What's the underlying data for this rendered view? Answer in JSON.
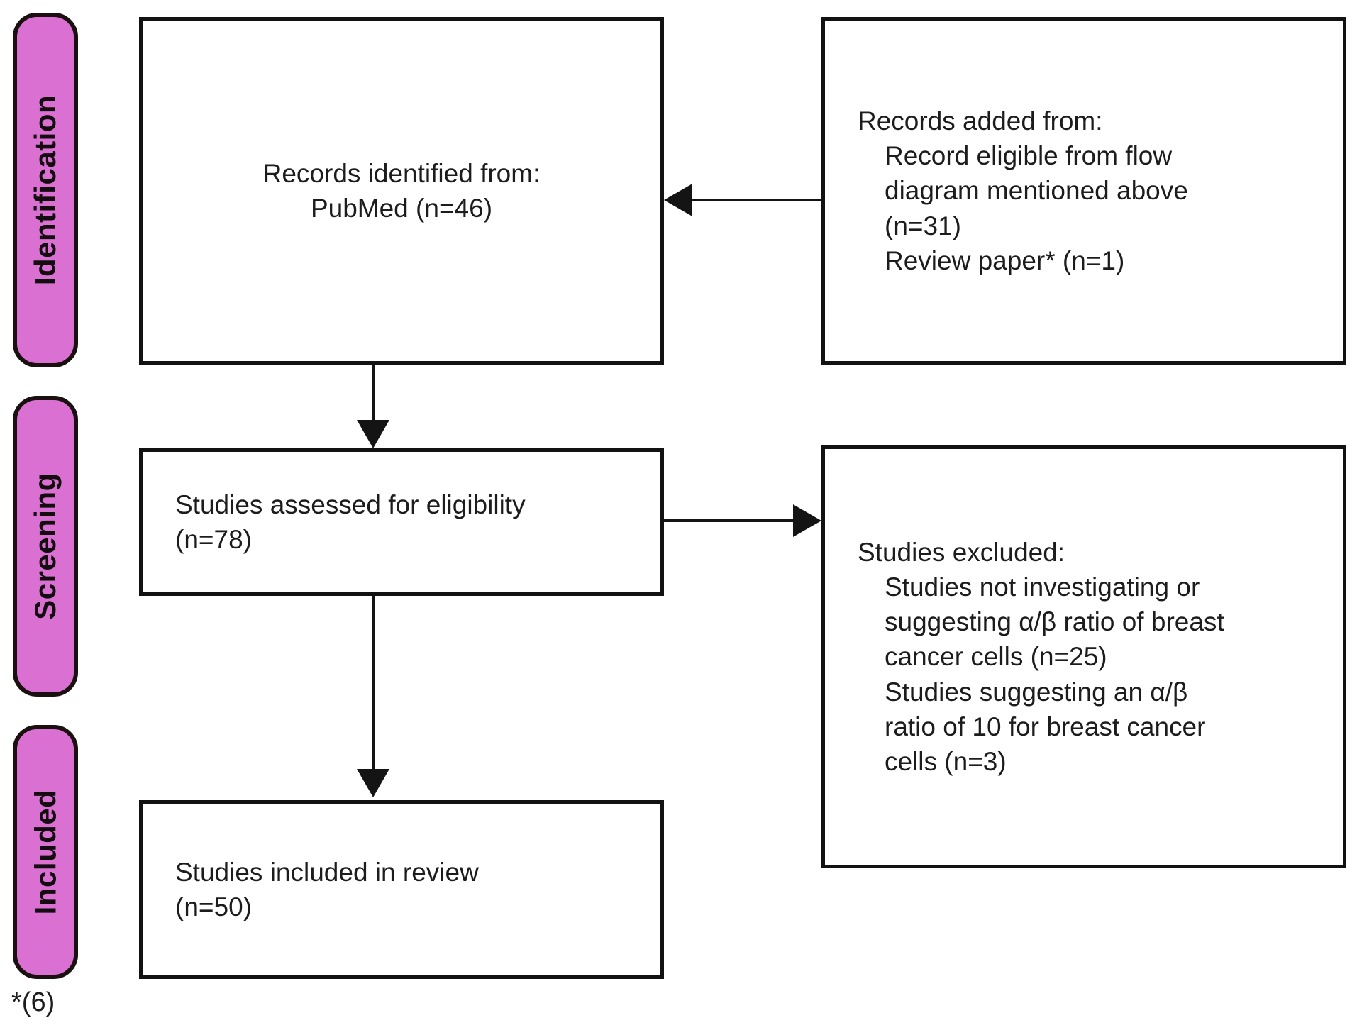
{
  "diagram": {
    "type": "prisma-flow-diagram",
    "accent_color": "#D970D2",
    "line_color": "#141414",
    "background": "#ffffff"
  },
  "stages": [
    {
      "id": "identification",
      "label": "Identification"
    },
    {
      "id": "screening",
      "label": "Screening"
    },
    {
      "id": "included",
      "label": "Included"
    }
  ],
  "boxes": {
    "records_identified": {
      "id": "records-identified",
      "lines": [
        {
          "text": "Records identified from:",
          "indent": false
        },
        {
          "text": "PubMed (n=46)",
          "indent": true
        }
      ]
    },
    "records_added": {
      "id": "records-added",
      "lines": [
        {
          "text": "Records added from:",
          "indent": false
        },
        {
          "text": "Record eligible from flow",
          "indent": true
        },
        {
          "text": "diagram mentioned above",
          "indent": true
        },
        {
          "text": "(n=31)",
          "indent": true
        },
        {
          "text": "Review paper* (n=1)",
          "indent": true
        }
      ]
    },
    "studies_assessed": {
      "id": "studies-assessed",
      "lines": [
        {
          "text": "Studies assessed for eligibility",
          "indent": false
        },
        {
          "text": "(n=78)",
          "indent": false
        }
      ]
    },
    "studies_excluded": {
      "id": "studies-excluded",
      "lines": [
        {
          "text": "Studies excluded:",
          "indent": false
        },
        {
          "text": "Studies not investigating or",
          "indent": true
        },
        {
          "text": "suggesting α/β ratio of breast",
          "indent": true
        },
        {
          "text": "cancer cells (n=25)",
          "indent": true
        },
        {
          "text": "Studies suggesting an α/β",
          "indent": true
        },
        {
          "text": "ratio of 10 for breast cancer",
          "indent": true
        },
        {
          "text": "cells (n=3)",
          "indent": true
        }
      ]
    },
    "studies_included": {
      "id": "studies-included",
      "lines": [
        {
          "text": "Studies included in review",
          "indent": false
        },
        {
          "text": "(n=50)",
          "indent": false
        }
      ]
    }
  },
  "counts": {
    "pubmed_identified": 46,
    "added_from_flow_diagram": 31,
    "added_review_paper": 1,
    "assessed_for_eligibility": 78,
    "excluded_not_investigating": 25,
    "excluded_ratio_of_10": 3,
    "included_in_review": 50
  },
  "footnote": {
    "text": "*(6)"
  },
  "arrows": [
    {
      "id": "added-to-identified",
      "direction": "left"
    },
    {
      "id": "identified-to-assessed",
      "direction": "down"
    },
    {
      "id": "assessed-to-excluded",
      "direction": "right"
    },
    {
      "id": "assessed-to-included",
      "direction": "down"
    }
  ]
}
